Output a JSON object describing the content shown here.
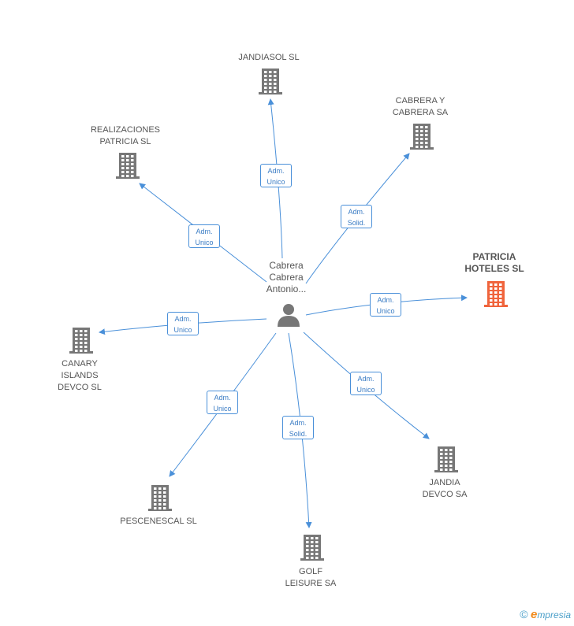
{
  "person": {
    "label": "Cabrera\nCabrera\nAntonio...",
    "icon": "person-icon"
  },
  "companies": [
    {
      "id": "jandiasol",
      "label": "JANDIASOL SL",
      "highlight": false,
      "icon": "building-icon"
    },
    {
      "id": "cabrera-y-cabrera",
      "label": "CABRERA Y\nCABRERA SA",
      "highlight": false,
      "icon": "building-icon"
    },
    {
      "id": "realizaciones-patricia",
      "label": "REALIZACIONES\nPATRICIA SL",
      "highlight": false,
      "icon": "building-icon"
    },
    {
      "id": "patricia-hoteles",
      "label": "PATRICIA\nHOTELES SL",
      "highlight": true,
      "icon": "building-icon"
    },
    {
      "id": "canary-islands-devco",
      "label": "CANARY\nISLANDS\nDEVCO SL",
      "highlight": false,
      "icon": "building-icon"
    },
    {
      "id": "jandia-devco",
      "label": "JANDIA\nDEVCO SA",
      "highlight": false,
      "icon": "building-icon"
    },
    {
      "id": "pescenescal",
      "label": "PESCENESCAL SL",
      "highlight": false,
      "icon": "building-icon"
    },
    {
      "id": "golf-leisure",
      "label": "GOLF\nLEISURE SA",
      "highlight": false,
      "icon": "building-icon"
    }
  ],
  "relations": [
    {
      "to": "jandiasol",
      "label": "Adm.\nUnico"
    },
    {
      "to": "cabrera-y-cabrera",
      "label": "Adm.\nSolid."
    },
    {
      "to": "realizaciones-patricia",
      "label": "Adm.\nUnico"
    },
    {
      "to": "patricia-hoteles",
      "label": "Adm.\nUnico"
    },
    {
      "to": "canary-islands-devco",
      "label": "Adm.\nUnico"
    },
    {
      "to": "jandia-devco",
      "label": "Adm.\nUnico"
    },
    {
      "to": "pescenescal",
      "label": "Adm.\nUnico"
    },
    {
      "to": "golf-leisure",
      "label": "Adm.\nSolid."
    }
  ],
  "colors": {
    "edge": "#4a90d9",
    "building": "#777777",
    "highlight": "#f0643c",
    "person": "#777777"
  },
  "footer": {
    "copyright": "©",
    "brand_e": "e",
    "brand_rest": "mpresia"
  }
}
